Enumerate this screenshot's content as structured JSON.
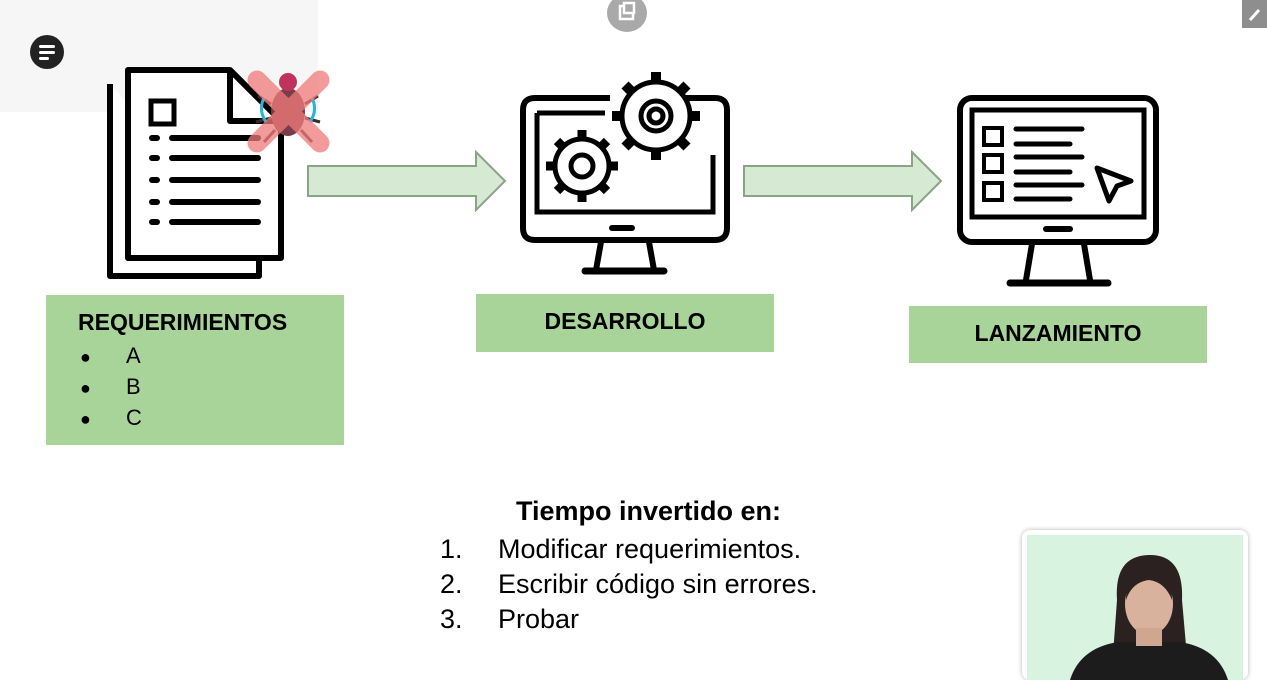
{
  "stages": [
    {
      "title": "REQUERIMIENTOS",
      "items": [
        "A",
        "B",
        "C"
      ]
    },
    {
      "title": "DESARROLLO"
    },
    {
      "title": "LANZAMIENTO"
    }
  ],
  "bullet_symbol": "●",
  "time": {
    "title": "Tiempo invertido en:",
    "steps": [
      {
        "num": "1.",
        "text": "Modificar requerimientos."
      },
      {
        "num": "2.",
        "text": "Escribir código sin errores."
      },
      {
        "num": "3.",
        "text": "Probar"
      }
    ]
  },
  "colors": {
    "box": "#a8d49a",
    "arrow_fill": "#d6e9d2",
    "arrow_stroke": "#8aa585",
    "bug_cross": "#f07a7a"
  }
}
